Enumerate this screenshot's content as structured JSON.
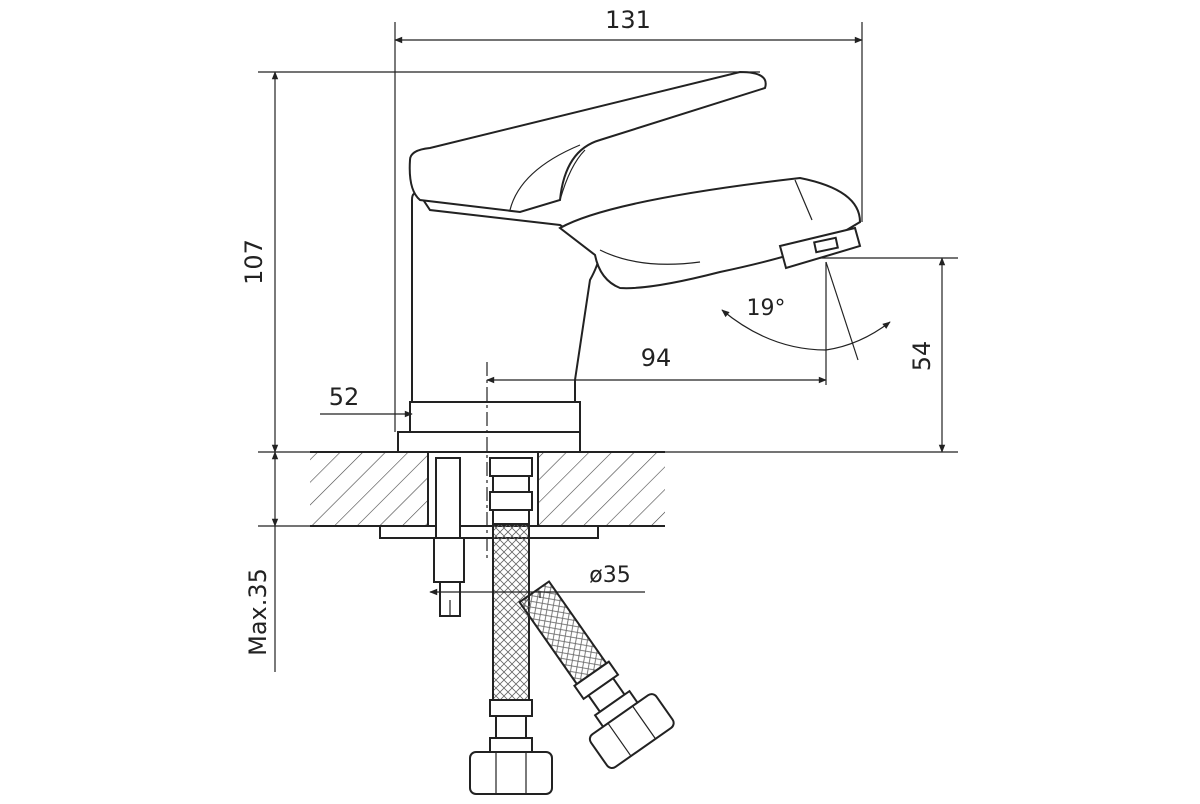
{
  "drawing": {
    "dimensions": {
      "overall_width": "131",
      "overall_height": "107",
      "base_offset": "52",
      "spout_reach": "94",
      "spout_height": "54",
      "spout_angle": "19°",
      "mount_hole": "ø35",
      "max_thickness": "Max.35"
    }
  }
}
